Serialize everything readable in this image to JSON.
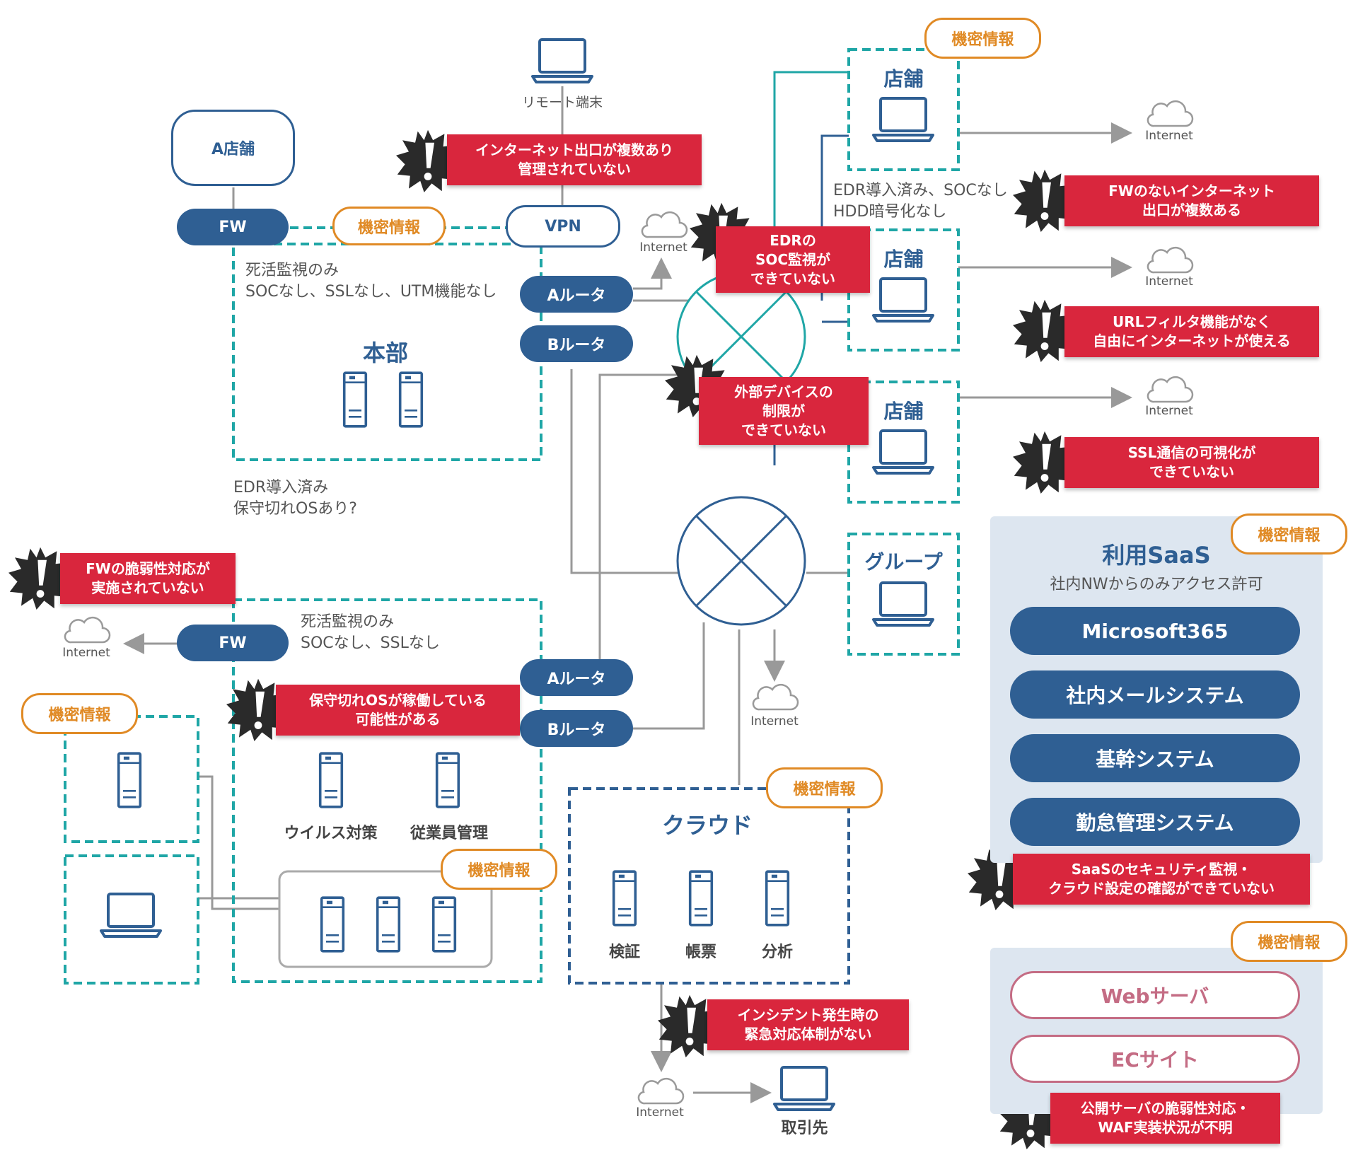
{
  "colors": {
    "navy": "#2f5f93",
    "teal": "#1fa6a6",
    "alert": "#d9263d",
    "orange": "#e08a25",
    "gray": "#999999",
    "pink": "#c46c84",
    "saas_bg": "#dde6f0"
  },
  "confidential": "機密情報",
  "internet": "Internet",
  "nodes": {
    "a_store": "A店舗",
    "fw": "FW",
    "vpn": "VPN",
    "remote": "リモート端末",
    "a_router": "Aルータ",
    "b_router": "Bルータ",
    "hq": "本部",
    "store": "店舗",
    "group": "グループ",
    "cloud": "クラウド",
    "partner": "取引先",
    "antivirus": "ウイルス対策",
    "employee": "従業員管理",
    "verify": "検証",
    "forms": "帳票",
    "analysis": "分析"
  },
  "notes": {
    "hq_fw": "死活監視のみ\nSOCなし、SSLなし、UTM機能なし",
    "hq_edr": "EDR導入済み\n保守切れOSあり?",
    "store_edr": "EDR導入済み、SOCなし\nHDD暗号化なし",
    "branch_fw": "死活監視のみ\nSOCなし、SSLなし"
  },
  "alerts": {
    "internet_exits": "インターネット出口が複数あり\n管理されていない",
    "edr_soc": "EDRの\nSOC監視が\nできていない",
    "ext_device": "外部デバイスの\n制限が\nできていない",
    "fw_less": "FWのないインターネット\n出口が複数ある",
    "url_filter": "URLフィルタ機能がなく\n自由にインターネットが使える",
    "ssl": "SSL通信の可視化が\nできていない",
    "fw_vuln": "FWの脆弱性対応が\n実施されていない",
    "old_os": "保守切れOSが稼働している\n可能性がある",
    "incident": "インシデント発生時の\n緊急対応体制がない",
    "saas_sec": "SaaSのセキュリティ監視・\nクラウド設定の確認ができていない",
    "public_server": "公開サーバの脆弱性対応・\nWAF実装状況が不明"
  },
  "saas": {
    "title": "利用SaaS",
    "subtitle": "社内NWからのみアクセス許可",
    "items": [
      "Microsoft365",
      "社内メールシステム",
      "基幹システム",
      "勤怠管理システム"
    ]
  },
  "public": {
    "items": [
      "Webサーバ",
      "ECサイト"
    ]
  }
}
